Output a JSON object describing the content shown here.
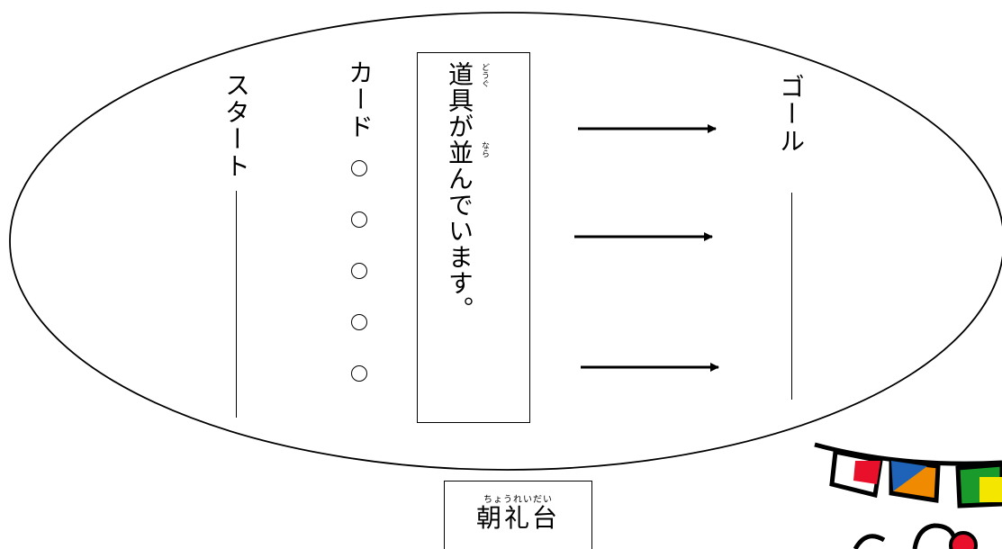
{
  "labels": {
    "start": "スタート",
    "card": "カード",
    "goal": "ゴール",
    "tools_text": "道具が並んでいます。",
    "tools_ruby_dougu": "どうぐ",
    "tools_ruby_nara": "なら",
    "platform": "朝礼台",
    "platform_ruby": "ちょうれいだい"
  },
  "card_slots": 5,
  "arrow_count": 3,
  "flag_colors": [
    "#e8102a",
    "#1e63b8",
    "#f08a00",
    "#1a9a2a",
    "#f5e600"
  ]
}
